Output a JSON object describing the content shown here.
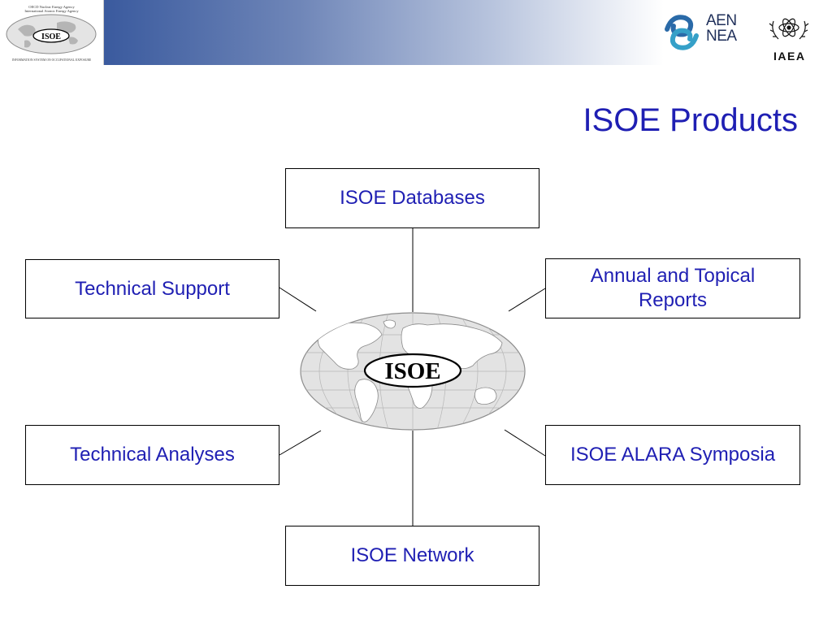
{
  "header": {
    "isoe_logo": {
      "caption_top_line1": "OECD Nuclear Energy Agency",
      "caption_top_line2": "International Atomic Energy Agency",
      "badge": "ISOE",
      "caption_bottom": "INFORMATION SYSTEM ON OCCUPATIONAL EXPOSURE"
    },
    "partners": {
      "nea_line1": "AEN",
      "nea_line2": "NEA",
      "iaea": "IAEA"
    },
    "gradient_colors": [
      "#3a5a9e",
      "#ffffff"
    ]
  },
  "slide": {
    "title": "ISOE Products",
    "title_color": "#1f1fb3"
  },
  "hub": {
    "label": "ISOE",
    "icon": "world-map-icon"
  },
  "nodes": {
    "databases": "ISOE Databases",
    "support": "Technical Support",
    "reports": "Annual and Topical Reports",
    "analyses": "Technical Analyses",
    "symposia": "ISOE ALARA Symposia",
    "network": "ISOE Network"
  }
}
